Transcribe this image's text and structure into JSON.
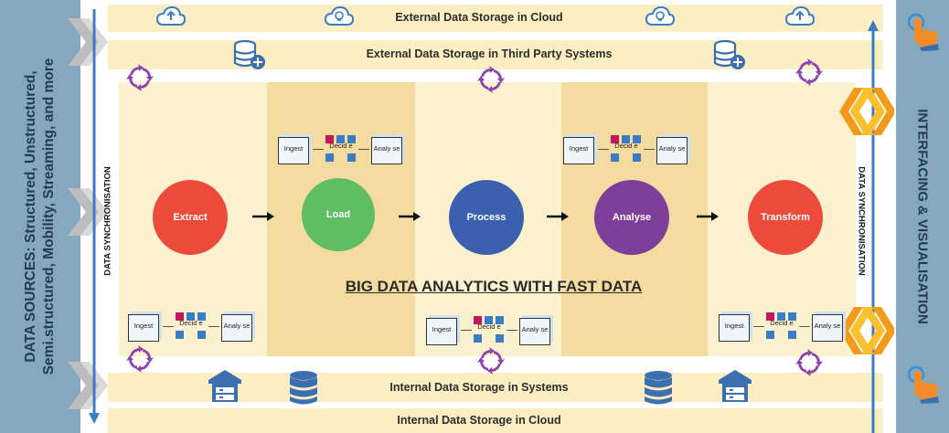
{
  "bands": {
    "cloud_top": "External Data Storage in Cloud",
    "third_party": "External Data Storage in Third Party Systems",
    "internal_systems": "Internal Data Storage in Systems",
    "internal_cloud": "Internal Data Storage in Cloud"
  },
  "left_sidebar": {
    "line1": "DATA SOURCES: Structured, Unstructured,",
    "line2": "Semi.structured, Mobility, Streaming, and more"
  },
  "right_sidebar": {
    "label": "INTERFACING & VISUALISATION"
  },
  "sync": {
    "left": "DATA SYNCHRONISATION",
    "right": "DATA SYNCHRONISATION"
  },
  "stages": [
    "Extract",
    "Load",
    "Process",
    "Analyse",
    "Transform"
  ],
  "title": "BIG DATA ANALYTICS WITH FAST DATA",
  "flow_mini": {
    "ingest": "Ingest",
    "decide": "Decid e",
    "analyse": "Analy se"
  },
  "colors": {
    "band": "#fbeec2",
    "panel_light": "#fbf1cf",
    "panel_dark": "#f4dba0",
    "sidebar": "#85a8bf",
    "sync_arrow": "#3b7dc4",
    "extract": "#ec4b3c",
    "load": "#5fbe62",
    "process": "#3b60b0",
    "analyse": "#7e3f9b",
    "transform": "#ec4b3c",
    "sync_icon": "#8e44ad",
    "chevron_orange": "#f29b18",
    "chevron_yellow": "#fbc02d"
  }
}
